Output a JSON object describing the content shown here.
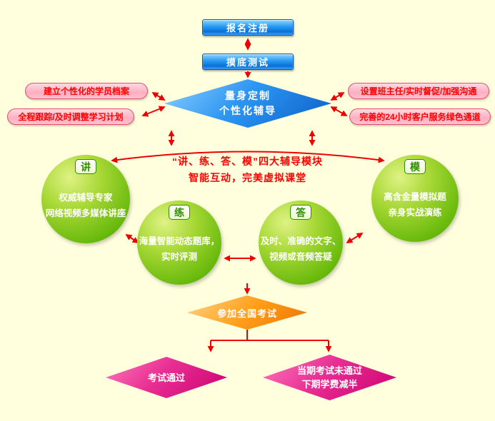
{
  "colors": {
    "background": "#ffffde",
    "arrow": "#ee0000",
    "button_blue": "#1e8ae6",
    "note_pink": "#ffafc0",
    "note_text": "#ff0000",
    "module_green": "#69ba0c",
    "exam_orange": "#ff9f1a",
    "result_magenta": "#e82e93"
  },
  "flow": {
    "register": "报名注册",
    "test": "摸底测试"
  },
  "main_diamond": {
    "line1": "量身定制",
    "line2": "个性化辅导"
  },
  "left_notes": [
    {
      "label": "建立个性化的学员档案"
    },
    {
      "label": "全程跟踪/及时调整学习计划"
    }
  ],
  "right_notes": [
    {
      "label": "设置班主任/实时督促/加强沟通"
    },
    {
      "label": "完善的24小时客户服务绿色通道"
    }
  ],
  "modules_header": {
    "line1": "“讲、练、答、模”四大辅导模块",
    "line2": "智能互动，完美虚拟课堂"
  },
  "modules": {
    "jiang": {
      "tag": "讲",
      "line1": "权威辅导专家",
      "line2": "网络视频多媒体讲座"
    },
    "lian": {
      "tag": "练",
      "line1": "海量智能动态题库，",
      "line2": "实时评测"
    },
    "da": {
      "tag": "答",
      "line1": "及时、准确的文字、",
      "line2": "视频或音频答疑"
    },
    "mo": {
      "tag": "模",
      "line1": "高含金量模拟题",
      "line2": "亲身实战演练"
    }
  },
  "exam": {
    "label": "参加全国考试"
  },
  "results": {
    "pass": {
      "label": "考试通过"
    },
    "fail": {
      "line1": "当期考试未通过",
      "line2": "下期学费减半"
    }
  }
}
